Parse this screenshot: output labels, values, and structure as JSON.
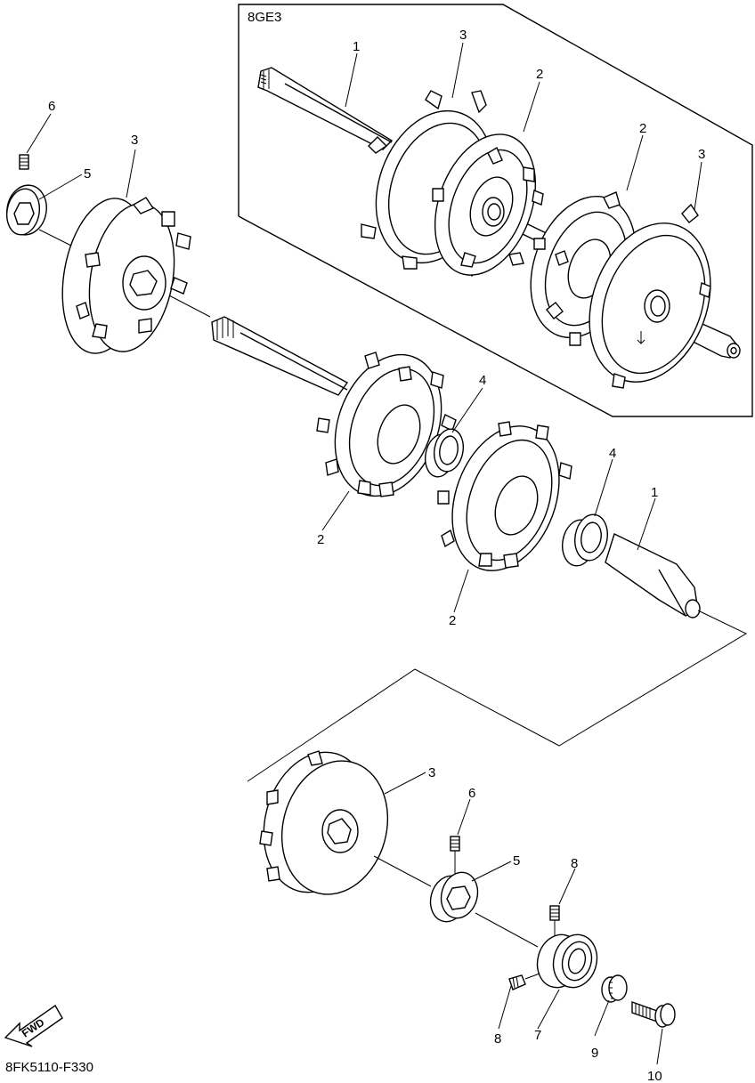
{
  "diagram": {
    "inset_label": "8GE3",
    "figure_code": "8FK5110-F330",
    "fwd_label": "FWD",
    "callouts": {
      "inset_shaft": "1",
      "inset_sprocket_outer_top": "3",
      "inset_sprocket_inner_a": "2",
      "inset_sprocket_inner_b": "2",
      "inset_sprocket_outer_right": "3",
      "left_set_screw": "6",
      "left_collar": "5",
      "left_sprocket": "3",
      "spacer_a": "4",
      "spacer_b": "4",
      "main_shaft": "1",
      "main_sprocket_a": "2",
      "main_sprocket_b": "2",
      "bottom_sprocket": "3",
      "bottom_set_screw": "6",
      "bottom_collar": "5",
      "bearing_screw_top": "8",
      "bearing_screw_side": "8",
      "bearing": "7",
      "nut": "9",
      "bolt": "10"
    }
  }
}
